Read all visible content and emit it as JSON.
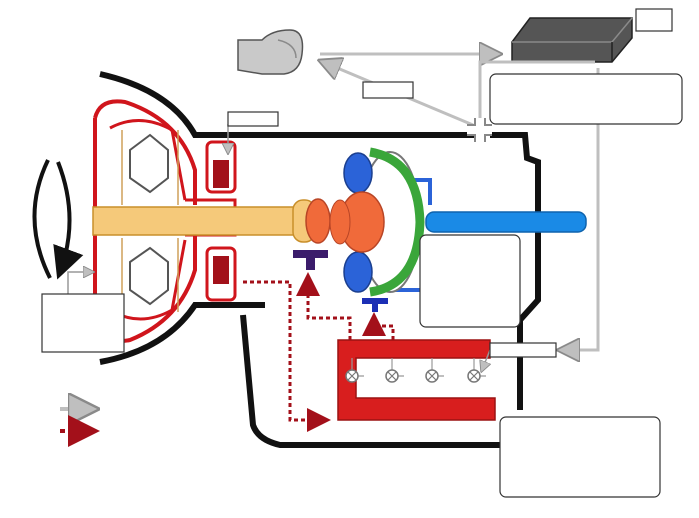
{
  "colors": {
    "background": "#ffffff",
    "housing": "#111111",
    "fluid_red": "#d0151c",
    "fluid_dark_red": "#a2111a",
    "shaft_yellow": "#f5c97a",
    "shaft_outline": "#c98f2a",
    "gear_orange": "#f06a3a",
    "gear_blue": "#2b63d8",
    "ring_green": "#3aa63a",
    "output_blue": "#1a8ae6",
    "valve_body_red": "#d81e1e",
    "signal_grey": "#bfbfbf",
    "pressure_dash": "#a3101a",
    "ecu_grey": "#555555",
    "valve_purple": "#3b1c6b",
    "valve_blue": "#1c2fb5"
  },
  "components": [
    {
      "id": "engine-input-rotation-arrow",
      "icon": "circular-arrow-icon"
    },
    {
      "id": "torque-converter",
      "icon": "torque-converter-icon"
    },
    {
      "id": "clutch-piston-upper",
      "icon": "piston-icon"
    },
    {
      "id": "clutch-piston-lower",
      "icon": "piston-icon"
    },
    {
      "id": "planetary-gearset",
      "icon": "planetary-gear-icon"
    },
    {
      "id": "output-shaft",
      "icon": "shaft-icon"
    },
    {
      "id": "hydraulic-valve-body",
      "icon": "valve-body-icon"
    },
    {
      "id": "throttle-sensor",
      "icon": "sensor-icon"
    },
    {
      "id": "control-unit",
      "icon": "ecu-box-icon"
    },
    {
      "id": "solenoid-valves",
      "icon": "solenoid-icon"
    }
  ],
  "legend": [
    {
      "id": "legend-signal",
      "style": "solid-grey-arrow",
      "label": ""
    },
    {
      "id": "legend-hydraulic",
      "style": "dashed-red-arrow",
      "label": ""
    }
  ]
}
